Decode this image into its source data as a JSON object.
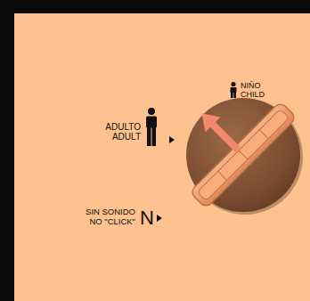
{
  "diagram": {
    "labels": [
      "NIÑO",
      "CHILD",
      "ADULTO",
      "ADULT",
      "SIN SONIDO",
      "NO \"CLICK\"",
      "N"
    ]
  }
}
